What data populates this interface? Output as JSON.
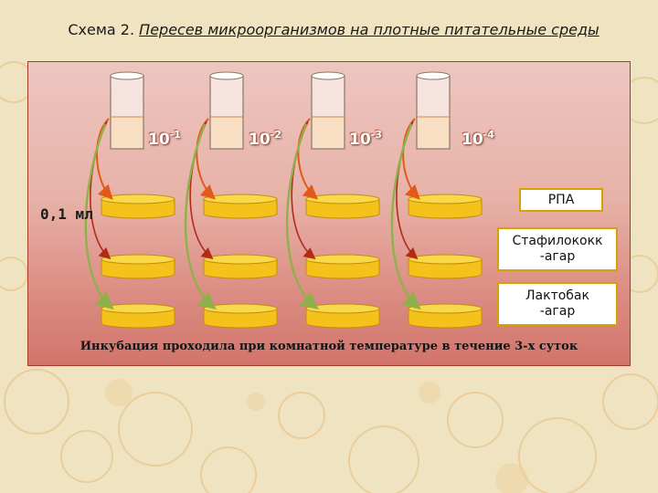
{
  "slide": {
    "scheme_label": "Схема 2.",
    "scheme_title": "Пересев микроорганизмов на плотные питательные среды"
  },
  "dilutions": [
    {
      "base": "10",
      "exp": "-1"
    },
    {
      "base": "10",
      "exp": "-2"
    },
    {
      "base": "10",
      "exp": "-3"
    },
    {
      "base": "10",
      "exp": "-4"
    }
  ],
  "volume_label": "0,1 мл",
  "media": [
    {
      "lines": [
        "РПА"
      ]
    },
    {
      "lines": [
        "Стафилококк",
        "-агар"
      ]
    },
    {
      "lines": [
        "Лактобак",
        "-агар"
      ]
    }
  ],
  "footer_note": "Инкубация проходила при комнатной температуре в течение 3-х суток",
  "colors": {
    "tube_liquid": "#f0b87c",
    "plate_fill": "#f4c21a",
    "plate_edge": "#c28d08",
    "arrow_orange": "#e25a1a",
    "arrow_red": "#b32a18",
    "arrow_green": "#8fb04a",
    "panel_border": "#a83a2a"
  }
}
